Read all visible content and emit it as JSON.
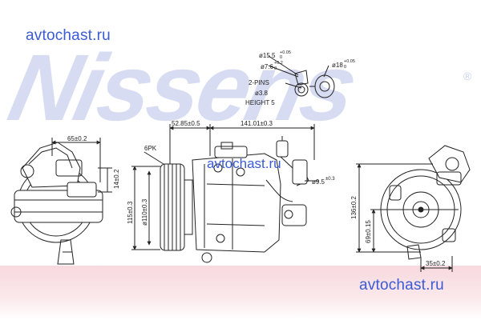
{
  "watermark": {
    "site_top": "avtochast.ru",
    "site_mid": "avtochast.ru",
    "site_bottom": "avtochast.ru",
    "brand": "Nissens",
    "registered": "®",
    "brand_color": "#c9d0ee",
    "site_color": "#3b5bd6",
    "band_color": "#f7d9de"
  },
  "callout": {
    "d1_main": "ø15.5",
    "d1_tol_top": "+0.05",
    "d1_tol_bot": "0",
    "d2_main": "ø7.6",
    "d2_tol_top": "+0.2",
    "d2_tol_bot": "0",
    "d3_main": "ø18",
    "d3_tol_top": "+0.05",
    "d3_tol_bot": "0",
    "pins": "2-PINS",
    "pin_dia": "ø3.8",
    "height": "HEIGHT 5"
  },
  "dims": {
    "width_left": "65±0.2",
    "offset_14": "14±0.2",
    "pulley_type": "6PK",
    "pulley_115": "115±0.3",
    "pulley_110": "ø110±0.3",
    "top_52": "52.85±0.5",
    "top_141": "141.01±0.3",
    "port_95_main": "ø9.5",
    "port_95_tol": "±0.3",
    "height_136": "136±0.2",
    "height_69": "69±0.15",
    "width_35": "35±0.2"
  }
}
